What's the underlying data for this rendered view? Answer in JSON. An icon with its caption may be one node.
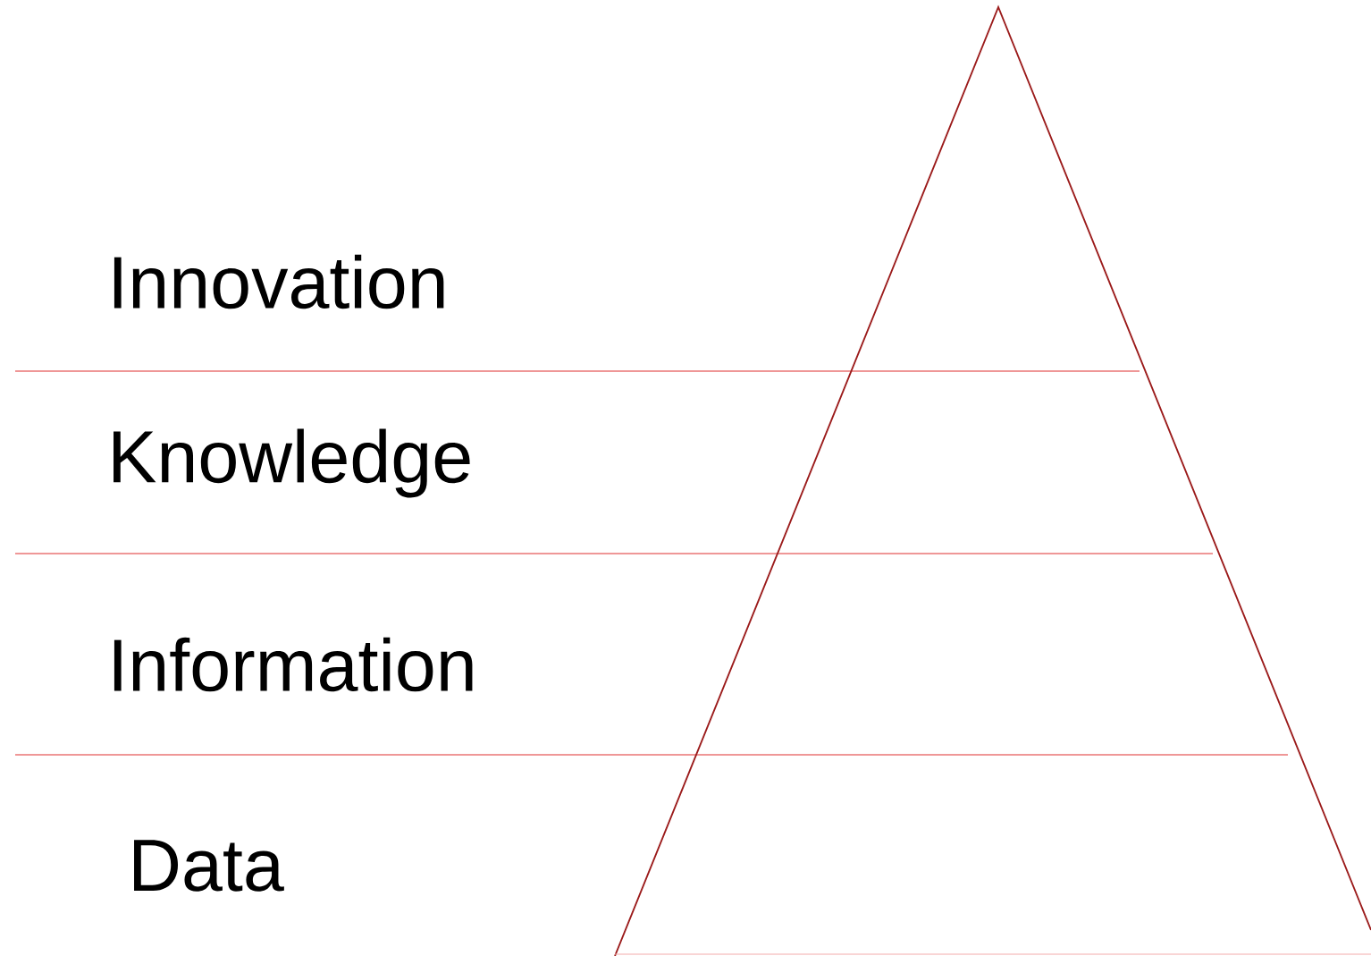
{
  "diagram": {
    "labels": [
      "Innovation",
      "Knowledge",
      "Information",
      "Data"
    ]
  }
}
